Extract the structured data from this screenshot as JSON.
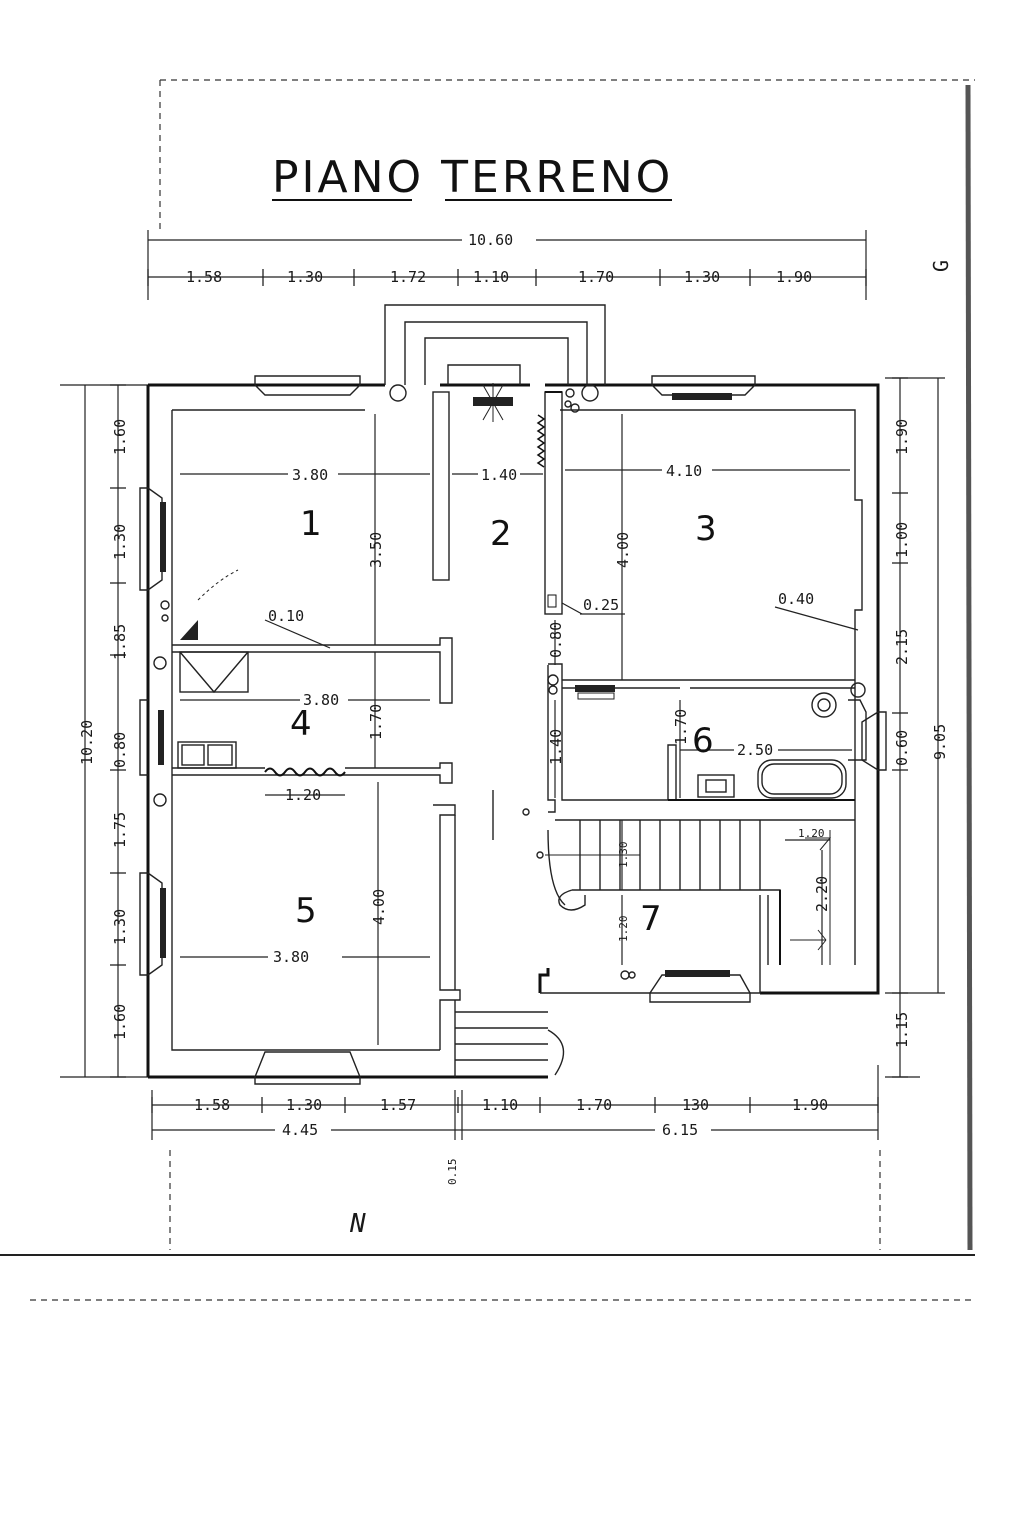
{
  "title": "PIANO TERRENO",
  "north_mark": "N",
  "side_mark": "G",
  "rooms": {
    "r1": "1",
    "r2": "2",
    "r3": "3",
    "r4": "4",
    "r5": "5",
    "r6": "6",
    "r7": "7"
  },
  "top": {
    "overall": "10.60",
    "seg": [
      "1.58",
      "1.30",
      "1.72",
      "1.10",
      "1.70",
      "1.30",
      "1.90"
    ]
  },
  "bottom": {
    "seg": [
      "1.58",
      "1.30",
      "1.57",
      "1.10",
      "1.70",
      "130",
      "1.90"
    ],
    "left_total": "4.45",
    "right_total": "6.15",
    "small": "0.15"
  },
  "left": {
    "overall": "10.20",
    "seg": [
      "1.60",
      "1.30",
      "1.85",
      "0.80",
      "1.75",
      "1.30",
      "1.60"
    ]
  },
  "right": {
    "overall": "9.05",
    "seg": [
      "1.90",
      "1.00",
      "2.15",
      "0.60"
    ],
    "extra": "1.15"
  },
  "inner": {
    "r1_width": "3.80",
    "r1_depth": "3.50",
    "r2_width": "1.40",
    "r3_width": "4.10",
    "r3_depth": "4.00",
    "wall_010": "0.10",
    "wall_025": "0.25",
    "wall_040": "0.40",
    "r4_width": "3.80",
    "r4_depth": "1.70",
    "r4_door": "1.20",
    "corridor_080": "0.80",
    "corridor_140": "1.40",
    "r6_depth": "1.70",
    "r6_width": "2.50",
    "r5_width": "3.80",
    "r5_depth": "4.00",
    "stair_130": "1.30",
    "stair_120": "1.20",
    "stair_w": "1.20",
    "stair_220": "2.20"
  }
}
